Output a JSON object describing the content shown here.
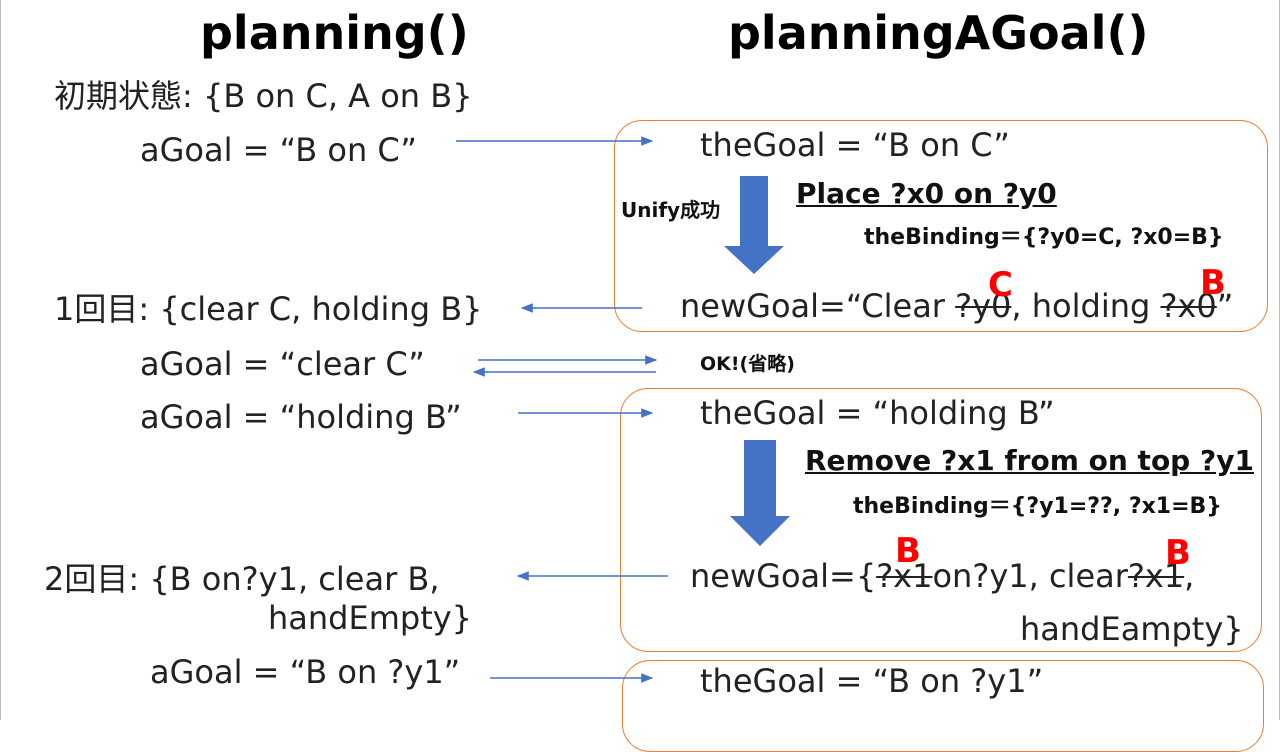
{
  "titles": {
    "left": "planning()",
    "right": "planningAGoal()"
  },
  "left": {
    "initial_state": "初期状態: {B on C, A on B}",
    "agoal_1": "aGoal = “B on C”",
    "round1": "1回目: {clear C, holding B}",
    "agoal_2": "aGoal = “clear C”",
    "agoal_3": "aGoal = “holding B”",
    "round2_line1": "2回目: {B on?y1, clear B,",
    "round2_line2": "handEmpty}",
    "agoal_4": "aGoal = “B on ?y1”"
  },
  "box1": {
    "the_goal": "theGoal = “B on C”",
    "unify": "Unify成功",
    "operator": "Place ?x0 on ?y0",
    "binding": "theBinding＝{?y0=C, ?x0=B}",
    "new_goal_prefix": "newGoal=“Clear ",
    "new_goal_var1": "?y0",
    "new_goal_mid": ", holding ",
    "new_goal_var2": "?x0",
    "new_goal_suffix": "”",
    "sub1": "C",
    "sub2": "B"
  },
  "ok_note": "OK!(省略)",
  "box2": {
    "the_goal": "theGoal = “holding B”",
    "operator": "Remove ?x1 from on top ?y1",
    "binding": "theBinding＝{?y1=??, ?x1=B}",
    "new_goal_prefix": "newGoal={",
    "new_goal_var1": "?x1",
    "new_goal_mid": "on?y1, clear",
    "new_goal_var2": "?x1",
    "new_goal_suffix": ",",
    "new_goal_line2": "handEampty}",
    "sub1": "B",
    "sub2": "B"
  },
  "box3": {
    "the_goal": "theGoal = “B on ?y1”"
  },
  "colors": {
    "arrow_blue": "#4472C4",
    "box_orange": "#ED7D31",
    "substitution_red": "#FF0000"
  }
}
